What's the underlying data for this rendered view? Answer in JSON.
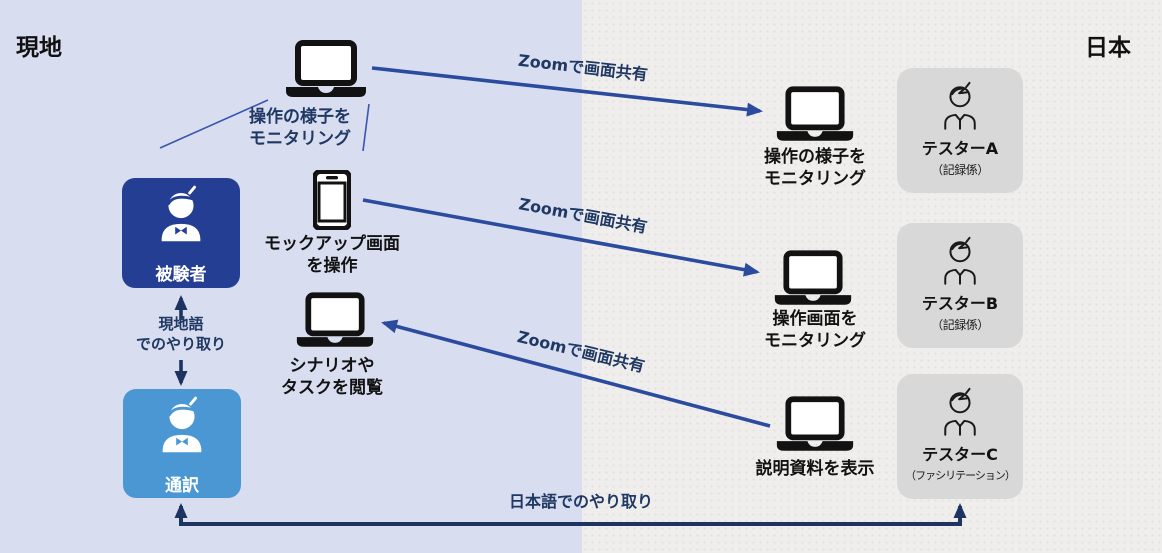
{
  "colors": {
    "local_bg": "#D8DDEF",
    "japan_bg": "#EFEEEC",
    "japan_dot": "#E2E1DE",
    "navy_text": "#1F3864",
    "arrow_blue": "#2B4B9E",
    "connector_dark": "#1E3460",
    "subject_box": "#243E93",
    "interpreter_box": "#4A97D4",
    "tester_box": "#D8D8D8",
    "device_black": "#121212"
  },
  "regions": {
    "local_title": "現地",
    "japan_title": "日本"
  },
  "local": {
    "monitor_laptop_label": "操作の様子を\nモニタリング",
    "subject_label": "被験者",
    "interpreter_label": "通訳",
    "local_language_channel": "現地語\nでのやり取り",
    "mockup_phone_label": "モックアップ画面\nを操作",
    "scenario_laptop_label": "シナリオや\nタスクを閲覧"
  },
  "japan": {
    "laptops": [
      {
        "label": "操作の様子を\nモニタリング"
      },
      {
        "label": "操作画面を\nモニタリング"
      },
      {
        "label": "説明資料を表示"
      }
    ],
    "testers": [
      {
        "name": "テスターA",
        "role": "（記録係）"
      },
      {
        "name": "テスターB",
        "role": "（記録係）"
      },
      {
        "name": "テスターC",
        "role": "（ファシリテーション）"
      }
    ]
  },
  "connections": {
    "zoom_share_1": "Zoomで画面共有",
    "zoom_share_2": "Zoomで画面共有",
    "zoom_share_3": "Zoomで画面共有",
    "japanese_channel": "日本語でのやり取り"
  }
}
